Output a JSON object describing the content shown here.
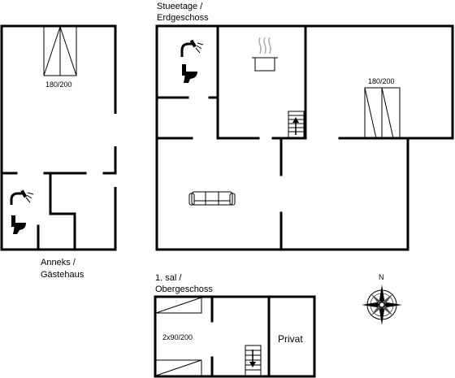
{
  "plans": {
    "ground": {
      "title_line1": "Stueetage /",
      "title_line2": "Erdgeschoss",
      "bed_label": "180/200"
    },
    "annex": {
      "title_line1": "Anneks /",
      "title_line2": "Gästehaus",
      "bed_label": "180/200"
    },
    "first": {
      "title_line1": "1. sal /",
      "title_line2": "Obergeschoss",
      "bed_label": "2x90/200",
      "private_label": "Privat"
    }
  },
  "compass": {
    "north_label": "N"
  }
}
